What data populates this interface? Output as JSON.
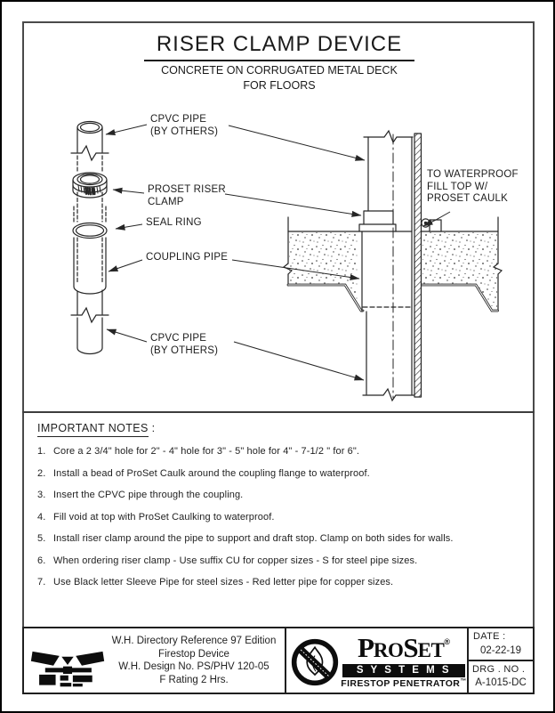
{
  "page": {
    "title": "RISER CLAMP DEVICE",
    "subtitle1": "CONCRETE ON CORRUGATED METAL DECK",
    "subtitle2": "FOR FLOORS"
  },
  "diagram": {
    "labels": {
      "cpvc_top": "CPVC PIPE\n(BY OTHERS)",
      "riser_clamp": "PROSET RISER\nCLAMP",
      "seal_ring": "SEAL RING",
      "coupling": "COUPLING PIPE",
      "cpvc_bottom": "CPVC PIPE\n(BY OTHERS)",
      "waterproof_note": "TO WATERPROOF\nFILL TOP W/\nPROSET CAULK"
    }
  },
  "notes": {
    "heading": "IMPORTANT NOTES",
    "heading_suffix": " :",
    "items": [
      {
        "num": "1.",
        "text": "Core a 2 3/4\" hole for 2\" - 4\" hole for 3\" - 5\" hole for 4\" -  7-1/2 \" for 6\"."
      },
      {
        "num": "2.",
        "text": "Install a bead of ProSet Caulk around the coupling flange to waterproof."
      },
      {
        "num": "3.",
        "text": "Insert the CPVC pipe through the coupling."
      },
      {
        "num": "4.",
        "text": "Fill void at top with ProSet Caulking to waterproof."
      },
      {
        "num": "5.",
        "text": "Install riser clamp around the pipe to support and draft stop. Clamp on both sides for walls."
      },
      {
        "num": "6.",
        "text": "When ordering riser clamp - Use suffix CU for copper sizes - S for steel pipe sizes."
      },
      {
        "num": "7.",
        "text": "Use Black letter Sleeve Pipe for steel sizes - Red letter pipe for copper sizes."
      }
    ]
  },
  "footer": {
    "wh_lines": [
      "W.H. Directory Reference 97 Edition",
      "Firestop Device",
      "W.H. Design No. PS/PHV 120-05",
      "F Rating 2 Hrs."
    ],
    "proset": {
      "part1": "P",
      "part2": "RO",
      "part3": "S",
      "part4": "ET",
      "reg": "®",
      "systems": "S Y S T E M S",
      "tagline": "FIRESTOP PENETRATOR",
      "tm": "™"
    },
    "date_label": "DATE :",
    "date_value": "02-22-19",
    "drg_label": "DRG . NO .",
    "drg_value": "A-1015-DC"
  },
  "colors": {
    "ink": "#1f1f1f",
    "frame": "#4a4a4a",
    "background": "#ffffff"
  }
}
